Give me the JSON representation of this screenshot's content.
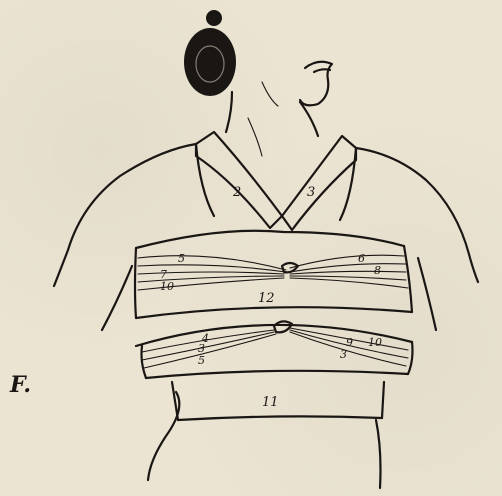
{
  "plate_letter": "F.",
  "bandage_numbers": {
    "left_neck": "2",
    "right_neck": "3",
    "upper_band": "12",
    "lower_band": "11",
    "upper_left_a": "5",
    "upper_left_b": "7",
    "upper_left_c": "10",
    "upper_right_a": "6",
    "upper_right_b": "8",
    "lower_left_a": "4",
    "lower_left_b": "3",
    "lower_left_c": "5",
    "lower_right_a": "9",
    "lower_right_b": "3",
    "lower_right_c": "10"
  },
  "ink_color": "#1a1614",
  "paper_color": "#ebe4d2"
}
